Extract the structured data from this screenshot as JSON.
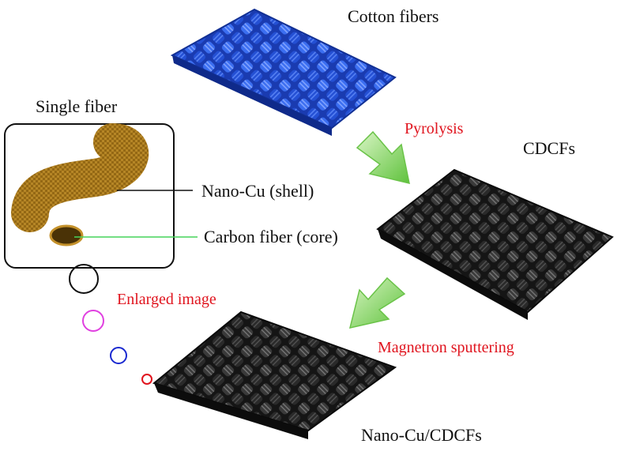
{
  "labels": {
    "cotton": "Cotton fibers",
    "single_fiber": "Single fiber",
    "pyrolysis": "Pyrolysis",
    "cdcfs": "CDCFs",
    "nano_cu_shell": "Nano-Cu (shell)",
    "carbon_core": "Carbon fiber (core)",
    "enlarged": "Enlarged image",
    "magnetron": "Magnetron sputtering",
    "product": "Nano-Cu/CDCFs"
  },
  "colors": {
    "cotton": "#2f5fd8",
    "carbon": "#2a2a2a",
    "process_text": "#e0141e",
    "arrow": "#7ed957",
    "fiber_shell": "#a7781c",
    "core_line": "#46d35a",
    "circles": [
      "#111111",
      "#e040e0",
      "#1b2ad0",
      "#e0141e"
    ]
  }
}
